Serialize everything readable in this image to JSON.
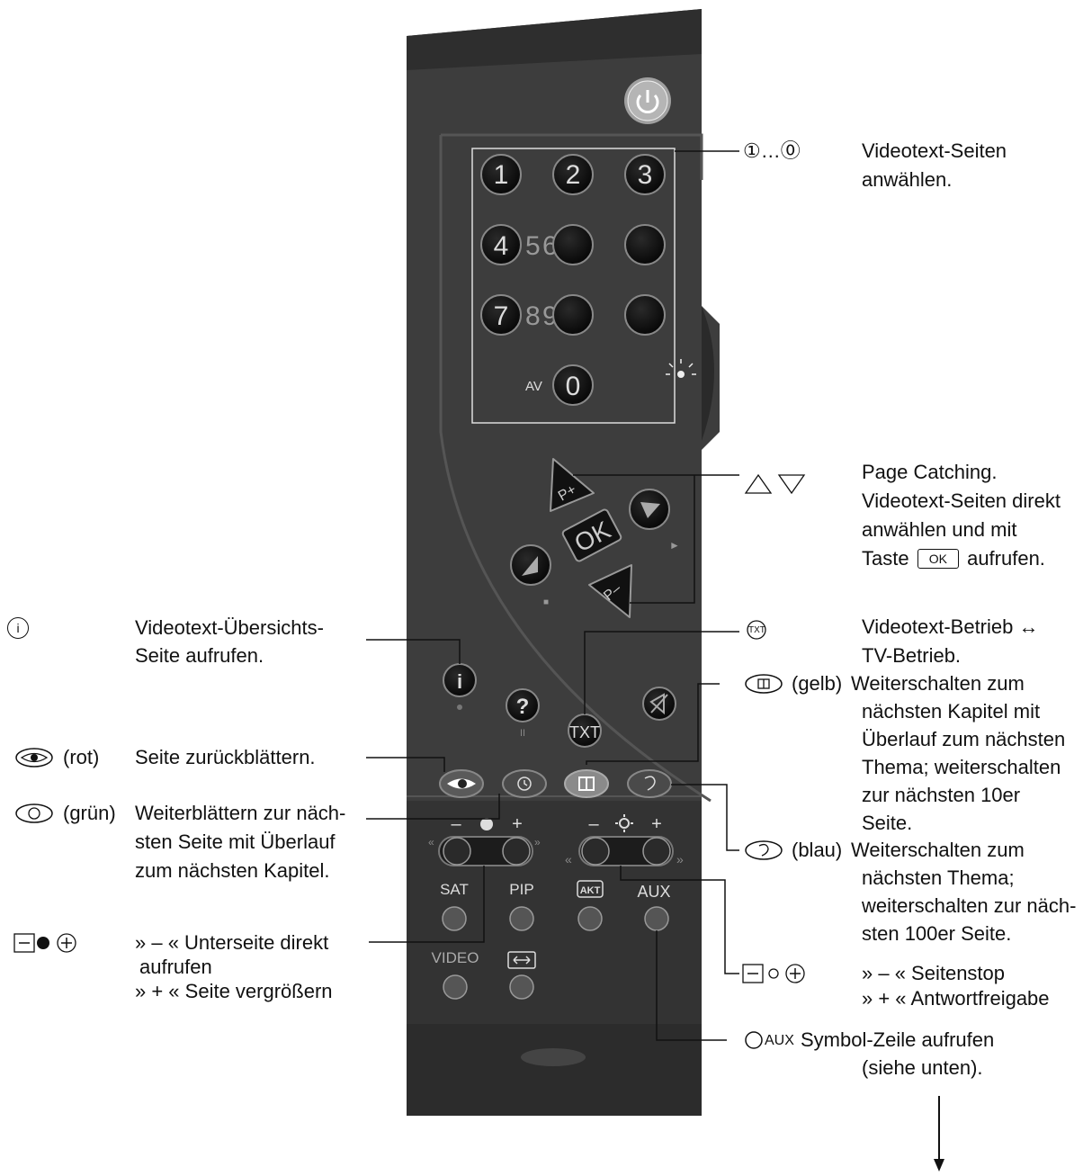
{
  "remote": {
    "keys": {
      "k1": "1",
      "k2": "2",
      "k3": "3",
      "k4": "4",
      "k5": "5",
      "k6": "6",
      "k7": "7",
      "k8": "8",
      "k9": "9",
      "k0": "0",
      "av": "AV",
      "ok": "OK",
      "p_plus": "P+",
      "p_minus": "P–",
      "txt": "TXT",
      "sat": "SAT",
      "pip": "PIP",
      "akt": "AKT",
      "aux": "AUX",
      "video": "VIDEO",
      "minus_left": "–",
      "plus_left": "+",
      "minus_right": "–",
      "plus_right": "+",
      "info": "i",
      "help": "?"
    }
  },
  "callouts": {
    "digits": {
      "symbol": "①…⓪",
      "text_1": "Videotext-Seiten",
      "text_2": "anwählen."
    },
    "page_catching": {
      "text_1": "Page Catching.",
      "text_2": "Videotext-Seiten direkt",
      "text_3": "anwählen und mit",
      "text_4a": "Taste",
      "ok_key": "OK",
      "text_4b": "aufrufen."
    },
    "info": {
      "symbol": "i",
      "text_1": "Videotext-Übersichts-",
      "text_2": "Seite aufrufen."
    },
    "txt": {
      "symbol": "TXT",
      "text_1": "Videotext-Betrieb ↔",
      "text_2": "TV-Betrieb."
    },
    "yellow": {
      "color": "(gelb)",
      "text_1": "Weiterschalten zum",
      "text_2": "nächsten Kapitel mit",
      "text_3": "Überlauf zum nächsten",
      "text_4": "Thema; weiterschalten",
      "text_5": "zur nächsten 10er",
      "text_6": "Seite."
    },
    "red": {
      "color": "(rot)",
      "text_1": "Seite zurückblättern."
    },
    "green": {
      "color": "(grün)",
      "text_1": "Weiterblättern zur näch-",
      "text_2": "sten Seite mit Überlauf",
      "text_3": "zum nächsten Kapitel."
    },
    "blue": {
      "color": "(blau)",
      "text_1": "Weiterschalten zum",
      "text_2": "nächsten Thema;",
      "text_3": "weiterschalten zur näch-",
      "text_4": "sten 100er Seite."
    },
    "sub_page": {
      "text_1": "» – « Unterseite direkt",
      "text_2": "aufrufen",
      "text_3": "» + « Seite vergrößern"
    },
    "page_stop": {
      "text_1": "» – « Seitenstop",
      "text_2": "» + « Antwortfreigabe"
    },
    "aux": {
      "symbol": "AUX",
      "text_1": "Symbol-Zeile aufrufen",
      "text_2": "(siehe unten)."
    }
  },
  "colors": {
    "body": "#3a3a3a",
    "body_dark": "#2b2b2b",
    "key": "#141414",
    "key_rim": "#8a8a8a",
    "red_key": "#7a2a2a",
    "yellow_key": "#8a7d40",
    "line": "#111111"
  }
}
